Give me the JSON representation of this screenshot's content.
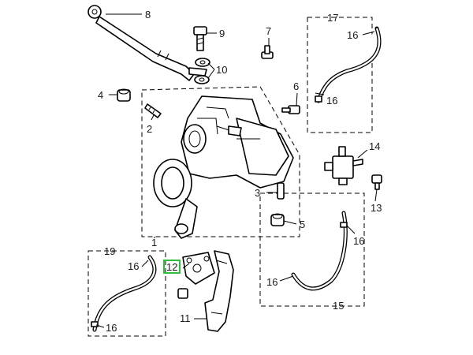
{
  "callouts": {
    "c1": "1",
    "c2": "2",
    "c3": "3",
    "c4": "4",
    "c5": "5",
    "c6": "6",
    "c7": "7",
    "c8": "8",
    "c9": "9",
    "c10": "10",
    "c11": "11",
    "c12": "12",
    "c13": "13",
    "c14": "14",
    "c15": "15",
    "c16": "16",
    "c17": "17",
    "c19": "19"
  },
  "highlight": {
    "part": "12",
    "color": "#2fbf3c"
  }
}
